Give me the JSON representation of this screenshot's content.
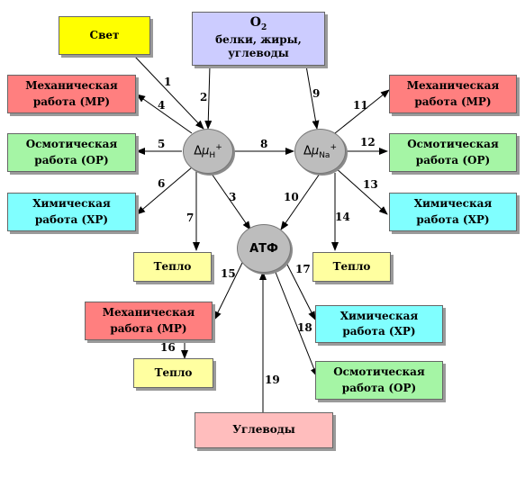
{
  "boxes": {
    "svet": "Свет",
    "o2": "O",
    "o2_sub": "2",
    "substrates_top": "белки, жиры,\nуглеводы",
    "mech_left": "Механическая\nработа (МР)",
    "osm_left": "Осмотическая\nработа (ОР)",
    "chem_left": "Химическая\nработа (ХР)",
    "teplo_left": "Тепло",
    "mech_right": "Механическая\nработа (МР)",
    "osm_right": "Осмотическая\nработа (ОР)",
    "chem_right": "Химическая\nработа (ХР)",
    "teplo_right": "Тепло",
    "mech_bottom": "Механическая\nработа (МР)",
    "teplo_bottom": "Тепло",
    "chem_bottom": "Химическая\nработа (ХР)",
    "osm_bottom": "Осмотическая\nработа (ОР)",
    "uglevody": "Углеводы"
  },
  "nodes": {
    "h_delta": "Δ",
    "h_mu": "μ",
    "h_sub": "H",
    "h_sup": "+",
    "na_delta": "Δ",
    "na_mu": "μ",
    "na_sub": "Na",
    "na_sup": "+",
    "atf": "АТФ"
  },
  "arrow_numbers": [
    "1",
    "2",
    "3",
    "4",
    "5",
    "6",
    "7",
    "8",
    "9",
    "10",
    "11",
    "12",
    "13",
    "14",
    "15",
    "16",
    "17",
    "18",
    "19"
  ],
  "colors": {
    "yellow": "#ffff00",
    "lavender": "#ccccff",
    "red": "#ff7f7f",
    "green": "#a5f5a5",
    "cyan": "#80ffff",
    "light_yellow": "#ffffa0",
    "pink": "#ffbdbd",
    "node_gray": "#bdbdbd"
  }
}
